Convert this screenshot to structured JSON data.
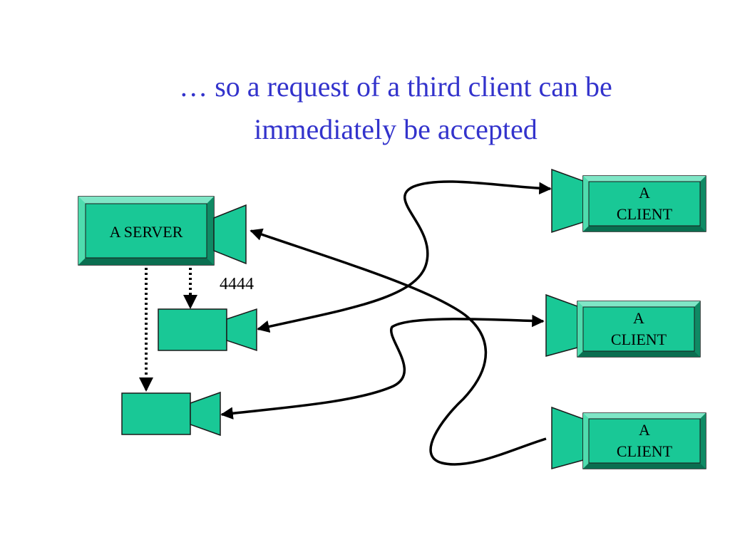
{
  "slide": {
    "title_lines": [
      "… so a request of a third client can be",
      "immediately be accepted"
    ]
  },
  "diagram": {
    "server": {
      "label": "A SERVER"
    },
    "port_label": "4444",
    "clients": [
      {
        "label_lines": [
          "A",
          "CLIENT"
        ]
      },
      {
        "label_lines": [
          "A",
          "CLIENT"
        ]
      },
      {
        "label_lines": [
          "A",
          "CLIENT"
        ]
      }
    ]
  },
  "colors": {
    "title": "#3333cc",
    "box_fill": "#19c896",
    "box_dark": "#0a6e50",
    "outline": "#1a1a1a"
  }
}
